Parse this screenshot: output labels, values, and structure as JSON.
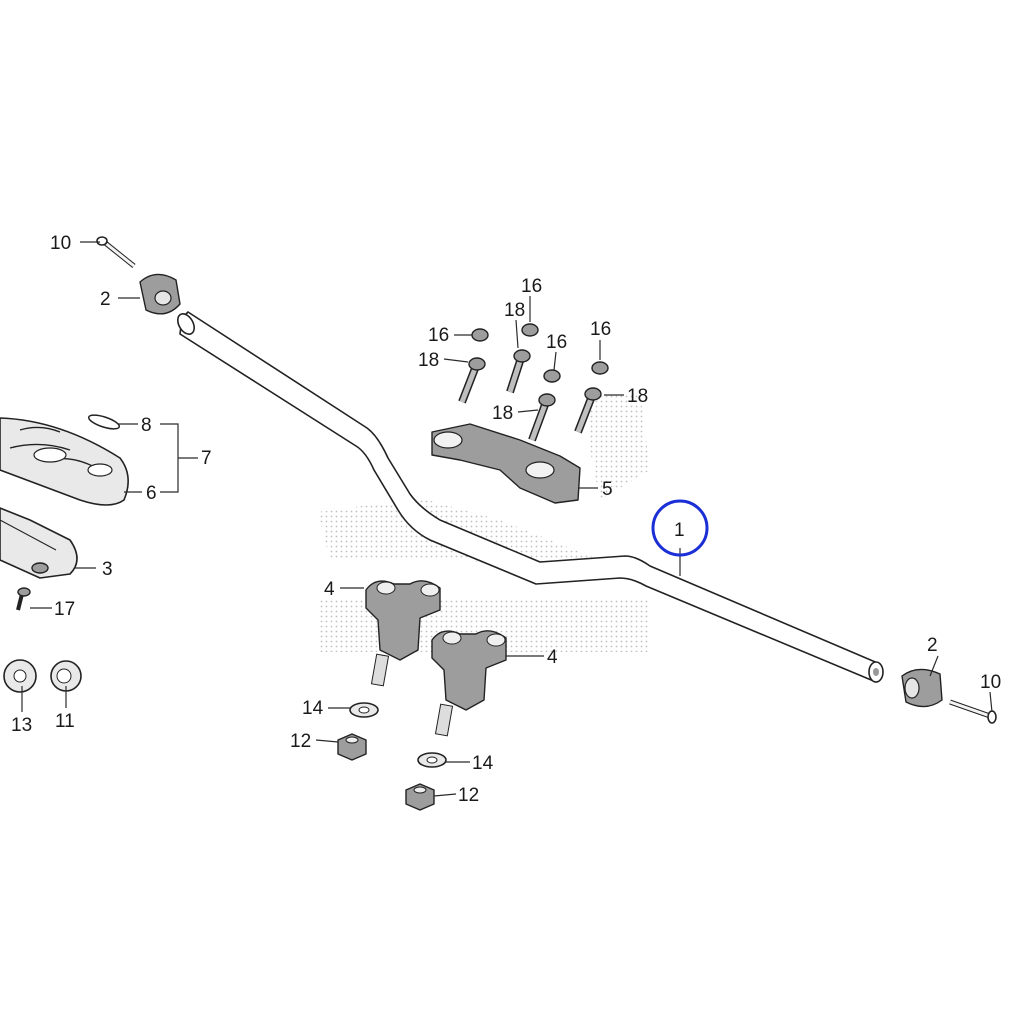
{
  "diagram": {
    "callouts": {
      "c1": "1",
      "c2a": "2",
      "c2b": "2",
      "c3": "3",
      "c4a": "4",
      "c4b": "4",
      "c5": "5",
      "c6": "6",
      "c7": "7",
      "c8": "8",
      "c10a": "10",
      "c10b": "10",
      "c11": "11",
      "c12a": "12",
      "c12b": "12",
      "c13": "13",
      "c14a": "14",
      "c14b": "14",
      "c16a": "16",
      "c16b": "16",
      "c16c": "16",
      "c16d": "16",
      "c17": "17",
      "c18a": "18",
      "c18b": "18",
      "c18c": "18",
      "c18d": "18"
    },
    "highlighted_callout": "1",
    "highlight_color": "#1a2fd6"
  }
}
